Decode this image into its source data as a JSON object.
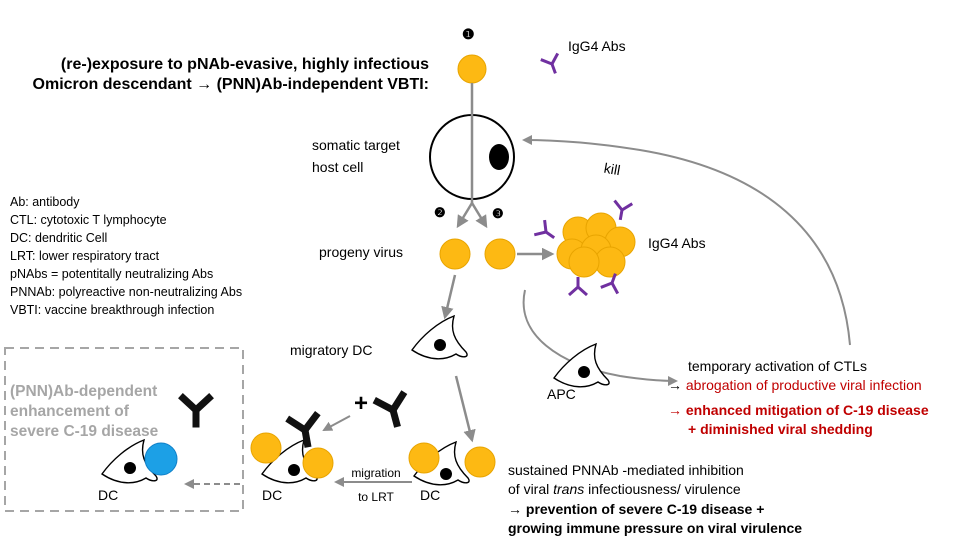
{
  "step_markers": {
    "step1": "❶",
    "step2": "❷",
    "step3": "❸"
  },
  "header": {
    "line1": "(re-)exposure to pNAb-evasive, highly infectious",
    "line2": "Omicron descendant → (PNN)Ab-independent VBTI:"
  },
  "igg4_top": "IgG4 Abs",
  "igg4_mid": "IgG4 Abs",
  "host_cell": {
    "line1": "somatic target",
    "line2": "host cell"
  },
  "kill": "kill",
  "progeny_virus": "progeny virus",
  "migratory_dc": "migratory DC",
  "glossary": [
    "Ab: antibody",
    "CTL: cytotoxic T lymphocyte",
    "DC: dendritic Cell",
    "LRT: lower respiratory tract",
    "pNAbs = potentitally neutralizing Abs",
    "PNNAb: polyreactive non-neutralizing Abs",
    "VBTI: vaccine breakthrough infection"
  ],
  "enhancement_box": {
    "line1": "(PNN)Ab-dependent",
    "line2": "enhancement of",
    "line3": "severe C-19 disease"
  },
  "plus": "+",
  "dc_labels": {
    "left": "DC",
    "middle": "DC",
    "right": "DC"
  },
  "migration": {
    "line1": "migration",
    "line2": "to LRT"
  },
  "apc": "APC",
  "ctl": {
    "line1": "temporary activation of CTLs",
    "line2_arrow": "→ ",
    "line2": "abrogation of productive viral infection",
    "line3": "→ enhanced mitigation of C-19 disease",
    "line4": "+ diminished viral shedding"
  },
  "sustained": {
    "line1": "sustained PNNAb -mediated inhibition",
    "line2a": "of viral ",
    "line2b": "trans",
    "line2c": " infectiousness/ virulence",
    "line3": "→ prevention of severe C-19 disease +",
    "line4": "growing immune pressure on viral virulence"
  },
  "colors": {
    "virus": "#fdb913",
    "virus_stroke": "#e8a400",
    "antibody_purple": "#7030a0",
    "arrow_grey": "#8c8c8c",
    "box_grey": "#a6a6a6",
    "dark_red": "#c00000",
    "enhanced_virus_blue": "#1ca0e6"
  }
}
